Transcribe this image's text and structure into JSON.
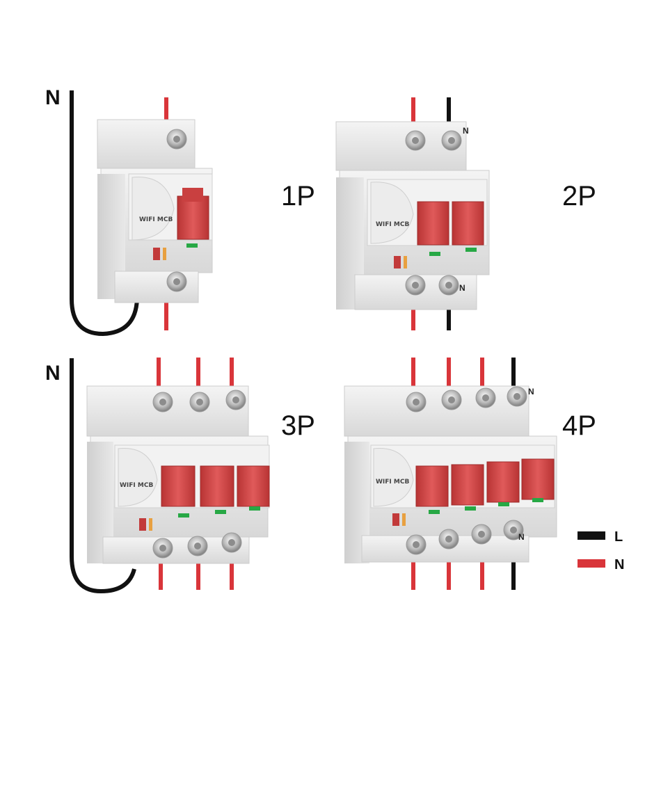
{
  "labels": {
    "neutral_top": "N",
    "neutral_bottom": "N",
    "p1": "1P",
    "p2": "2P",
    "p3": "3P",
    "p4": "4P",
    "terminal_n": "N",
    "device_text": "WIFI MCB"
  },
  "legend": {
    "items": [
      {
        "label": "L",
        "color": "#111111"
      },
      {
        "label": "N",
        "color": "#d9353a"
      }
    ]
  },
  "colors": {
    "red_wire": "#d9353a",
    "black_wire": "#111111",
    "breaker_body": "#e9e9e9",
    "handle": "#d64545",
    "indicator": "#27a845"
  }
}
